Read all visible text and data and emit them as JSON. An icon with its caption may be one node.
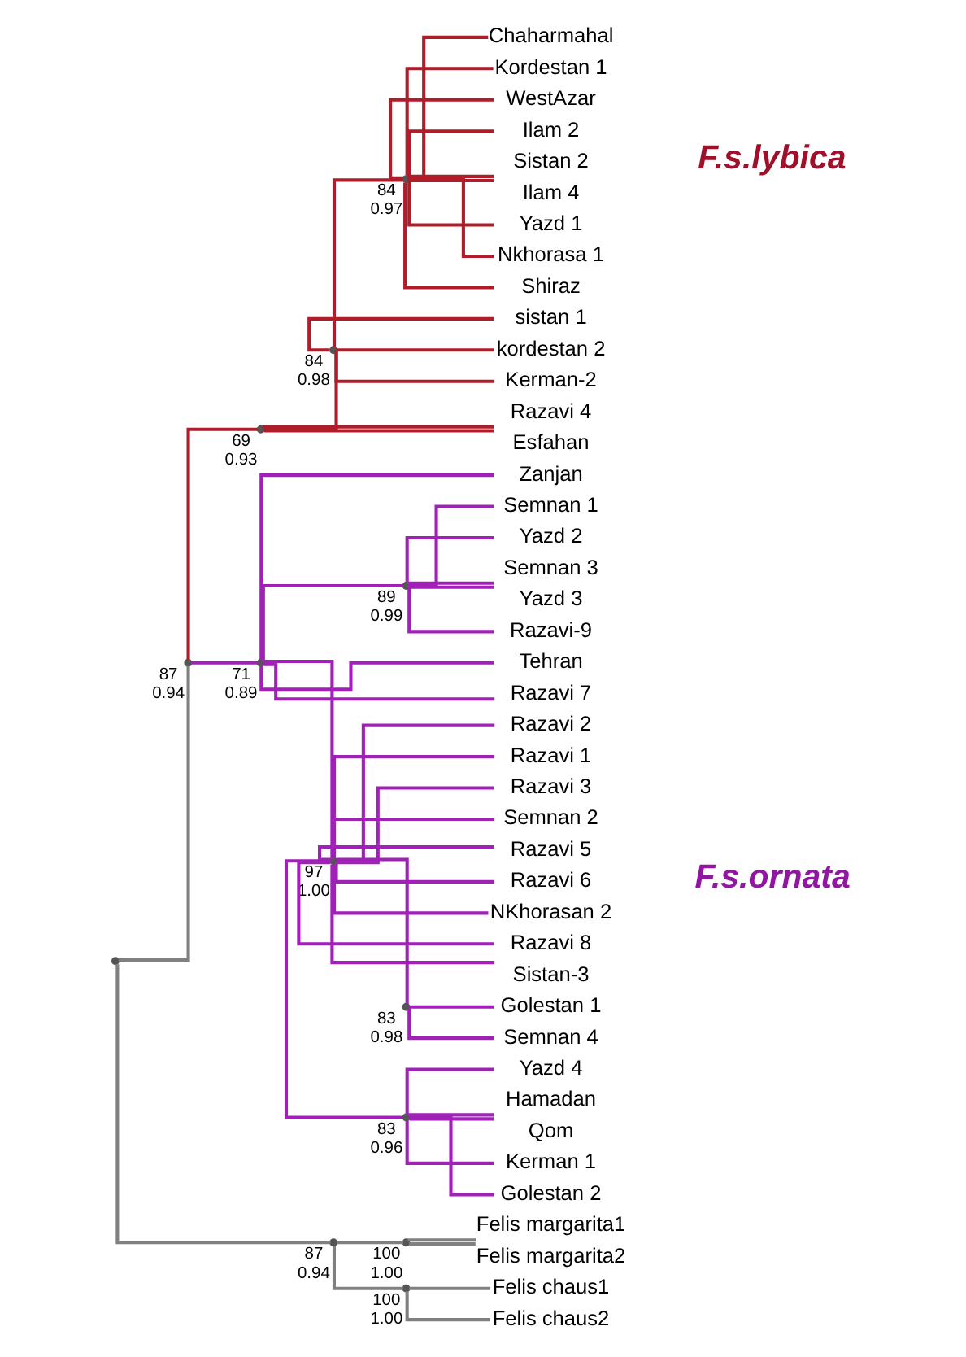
{
  "diagram": {
    "nodes": [
      {
        "text": [],
        "shape": "point"
      },
      {
        "text": [],
        "shape": "point",
        "beside": [
          "87",
          "0.94"
        ]
      },
      {
        "text": [],
        "shape": "point",
        "beside": [
          "69",
          "0.93"
        ]
      },
      {
        "text": [],
        "shape": "point",
        "beside": [
          "84",
          "0.98"
        ]
      },
      {
        "text": [],
        "shape": "point",
        "beside": [
          "84",
          "0.97"
        ]
      },
      {
        "text": [
          "Chaharmahal"
        ]
      },
      {
        "text": [
          "Kordestan 1"
        ]
      },
      {
        "text": [
          "WestAzar"
        ]
      },
      {
        "text": [
          "Ilam 2"
        ]
      },
      {
        "text": [
          "Sistan 2"
        ]
      },
      {
        "text": [
          "Ilam 4"
        ]
      },
      {
        "text": [
          "Yazd 1"
        ]
      },
      {
        "text": [
          "Nkhorasa 1"
        ]
      },
      {
        "text": [
          "Shiraz"
        ]
      },
      {
        "text": [
          "sistan 1"
        ]
      },
      {
        "text": [
          "kordestan 2"
        ]
      },
      {
        "text": [
          "Kerman-2"
        ]
      },
      {
        "text": [
          "Razavi 4"
        ]
      },
      {
        "text": [
          "Esfahan"
        ]
      },
      {
        "text": [],
        "shape": "point",
        "beside": [
          "71",
          "0.89"
        ]
      },
      {
        "text": [
          "Zanjan"
        ]
      },
      {
        "text": [],
        "shape": "point",
        "beside": [
          "89",
          "0.99"
        ]
      },
      {
        "text": [
          "Semnan 1"
        ]
      },
      {
        "text": [
          "Yazd 2"
        ]
      },
      {
        "text": [
          "Semnan 3"
        ]
      },
      {
        "text": [
          "Yazd 3"
        ]
      },
      {
        "text": [
          "Razavi-9"
        ]
      },
      {
        "text": [
          "Tehran"
        ]
      },
      {
        "text": [
          "Razavi 7"
        ]
      },
      {
        "text": [],
        "shape": "point",
        "beside": [
          "97",
          "1.00"
        ]
      },
      {
        "text": [
          "Razavi 2"
        ]
      },
      {
        "text": [
          "Razavi 1"
        ]
      },
      {
        "text": [
          "Razavi 3"
        ]
      },
      {
        "text": [
          "Semnan 2"
        ]
      },
      {
        "text": [
          "Razavi 5"
        ]
      },
      {
        "text": [
          "Razavi 6"
        ]
      },
      {
        "text": [
          "NKhorasan 2"
        ]
      },
      {
        "text": [
          "Razavi 8"
        ]
      },
      {
        "text": [
          "Sistan-3"
        ]
      },
      {
        "text": [],
        "shape": "point",
        "beside": [
          "83",
          "0.98"
        ]
      },
      {
        "text": [
          "Golestan 1"
        ]
      },
      {
        "text": [
          "Semnan 4"
        ]
      },
      {
        "text": [],
        "shape": "point",
        "beside": [
          "83",
          "0.96"
        ]
      },
      {
        "text": [
          "Yazd 4"
        ]
      },
      {
        "text": [
          "Hamadan"
        ]
      },
      {
        "text": [
          "Qom"
        ]
      },
      {
        "text": [
          "Kerman 1"
        ]
      },
      {
        "text": [
          "Golestan 2"
        ]
      },
      {
        "text": [],
        "shape": "point",
        "beside": [
          "87",
          "0.94"
        ]
      },
      {
        "text": [],
        "shape": "point",
        "beside": [
          "100",
          "1.00"
        ]
      },
      {
        "text": [
          "Felis margarita1"
        ]
      },
      {
        "text": [
          "Felis margarita2"
        ]
      },
      {
        "text": [],
        "shape": "point",
        "beside": [
          "100",
          "1.00"
        ]
      },
      {
        "text": [
          "Felis chaus1"
        ]
      },
      {
        "text": [
          "Felis chaus2"
        ]
      }
    ],
    "edges": [
      {
        "from": 0,
        "to": 1,
        "arrow": "none",
        "color": "#808080"
      },
      {
        "from": 1,
        "to": 2,
        "arrow": "none",
        "color": "#b01c2a"
      },
      {
        "from": 2,
        "to": 3,
        "arrow": "none",
        "color": "#b01c2a"
      },
      {
        "from": 3,
        "to": 4,
        "arrow": "none",
        "color": "#b01c2a"
      },
      {
        "from": 4,
        "to": 5,
        "arrow": "none",
        "color": "#b01c2a"
      },
      {
        "from": 4,
        "to": 6,
        "arrow": "none",
        "color": "#b01c2a"
      },
      {
        "from": 4,
        "to": 7,
        "arrow": "none",
        "color": "#b01c2a"
      },
      {
        "from": 4,
        "to": 8,
        "arrow": "none",
        "color": "#b01c2a"
      },
      {
        "from": 4,
        "to": 9,
        "arrow": "none",
        "color": "#b01c2a"
      },
      {
        "from": 4,
        "to": 10,
        "arrow": "none",
        "color": "#b01c2a"
      },
      {
        "from": 4,
        "to": 11,
        "arrow": "none",
        "color": "#b01c2a"
      },
      {
        "from": 4,
        "to": 12,
        "arrow": "none",
        "color": "#b01c2a"
      },
      {
        "from": 4,
        "to": 13,
        "arrow": "none",
        "color": "#b01c2a"
      },
      {
        "from": 3,
        "to": 14,
        "arrow": "none",
        "color": "#b01c2a"
      },
      {
        "from": 3,
        "to": 15,
        "arrow": "none",
        "color": "#b01c2a"
      },
      {
        "from": 3,
        "to": 16,
        "arrow": "none",
        "color": "#b01c2a"
      },
      {
        "from": 2,
        "to": 17,
        "arrow": "none",
        "color": "#b01c2a"
      },
      {
        "from": 2,
        "to": 18,
        "arrow": "none",
        "color": "#b01c2a"
      },
      {
        "from": 1,
        "to": 19,
        "arrow": "none"
      },
      {
        "from": 19,
        "to": 20,
        "arrow": "none"
      },
      {
        "from": 19,
        "to": 21,
        "arrow": "none"
      },
      {
        "from": 21,
        "to": 22,
        "arrow": "none"
      },
      {
        "from": 21,
        "to": 23,
        "arrow": "none"
      },
      {
        "from": 21,
        "to": 24,
        "arrow": "none"
      },
      {
        "from": 21,
        "to": 25,
        "arrow": "none"
      },
      {
        "from": 21,
        "to": 26,
        "arrow": "none"
      },
      {
        "from": 19,
        "to": 27,
        "arrow": "none"
      },
      {
        "from": 19,
        "to": 28,
        "arrow": "none"
      },
      {
        "from": 19,
        "to": 29,
        "arrow": "none"
      },
      {
        "from": 29,
        "to": 30,
        "arrow": "none"
      },
      {
        "from": 29,
        "to": 31,
        "arrow": "none"
      },
      {
        "from": 29,
        "to": 32,
        "arrow": "none"
      },
      {
        "from": 29,
        "to": 33,
        "arrow": "none"
      },
      {
        "from": 29,
        "to": 34,
        "arrow": "none"
      },
      {
        "from": 29,
        "to": 35,
        "arrow": "none"
      },
      {
        "from": 29,
        "to": 36,
        "arrow": "none"
      },
      {
        "from": 29,
        "to": 37,
        "arrow": "none"
      },
      {
        "from": 29,
        "to": 38,
        "arrow": "none"
      },
      {
        "from": 29,
        "to": 39,
        "arrow": "none"
      },
      {
        "from": 39,
        "to": 40,
        "arrow": "none"
      },
      {
        "from": 39,
        "to": 41,
        "arrow": "none"
      },
      {
        "from": 29,
        "to": 42,
        "arrow": "none"
      },
      {
        "from": 42,
        "to": 43,
        "arrow": "none"
      },
      {
        "from": 42,
        "to": 44,
        "arrow": "none"
      },
      {
        "from": 42,
        "to": 45,
        "arrow": "none"
      },
      {
        "from": 42,
        "to": 46,
        "arrow": "none"
      },
      {
        "from": 42,
        "to": 47,
        "arrow": "none"
      },
      {
        "from": 0,
        "to": 48,
        "arrow": "none",
        "color": "#808080"
      },
      {
        "from": 48,
        "to": 49,
        "arrow": "none",
        "color": "#808080"
      },
      {
        "from": 49,
        "to": 50,
        "arrow": "none",
        "color": "#808080"
      },
      {
        "from": 49,
        "to": 51,
        "arrow": "none",
        "color": "#808080"
      },
      {
        "from": 48,
        "to": 52,
        "arrow": "none",
        "color": "#808080"
      },
      {
        "from": 52,
        "to": 53,
        "arrow": "none",
        "color": "#808080"
      },
      {
        "from": 52,
        "to": 54,
        "arrow": "none",
        "color": "#808080"
      }
    ],
    "labels": [
      "F.s.lybica",
      "F.s.ornata"
    ]
  }
}
